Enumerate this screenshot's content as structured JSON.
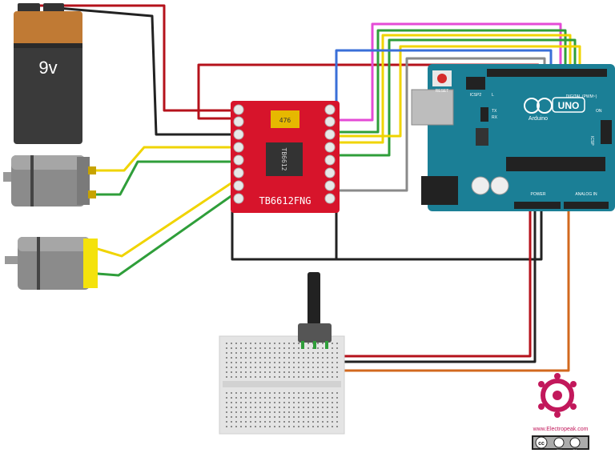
{
  "battery": {
    "label": "9v"
  },
  "driver": {
    "name": "TB6612FNG",
    "chip_text": "TB6612",
    "cap_text": "476"
  },
  "arduino": {
    "logo_text": "UNO",
    "brand_text": "Arduino",
    "reset_label": "RESET",
    "icsp2_label": "ICSP2",
    "icsp_label": "ICSP",
    "digital_label": "DIGITAL (PWM~)",
    "power_label": "POWER",
    "analog_label": "ANALOG IN",
    "tx_label": "TX",
    "rx_label": "RX",
    "l_label": "L",
    "on_label": "ON"
  },
  "watermark": {
    "url": "www.Electropeak.com",
    "license_by": "BY",
    "license_sa": "SA",
    "license_cc": "cc"
  },
  "colors": {
    "driver_red": "#d7142b",
    "arduino_teal": "#1b7f96",
    "battery_orange": "#c07a34",
    "wire_red": "#b5121b",
    "wire_black": "#222222",
    "wire_yellow": "#f0d400",
    "wire_green": "#2f9e3a",
    "wire_blue": "#3a6fd8",
    "wire_pink": "#e44bd6",
    "wire_orange": "#d2691e",
    "wire_gray": "#8a8a8a",
    "motor_yellow": "#f4e20c",
    "logo_magenta": "#c2185b"
  }
}
